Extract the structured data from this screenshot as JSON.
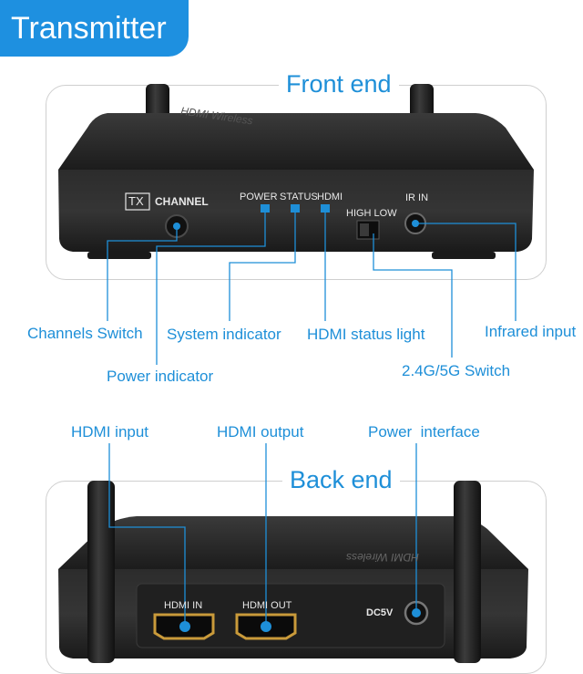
{
  "badge": {
    "title": "Transmitter"
  },
  "front": {
    "section_title": "Front end",
    "device_labels": {
      "tx": "TX",
      "channel": "CHANNEL",
      "power": "POWER",
      "status": "STATUS",
      "hdmi": "HDMI",
      "high_low": "HIGH LOW",
      "ir_in": "IR IN",
      "engraving": "HDMI Wireless"
    },
    "callouts": {
      "channels_switch": "Channels Switch",
      "system_indicator": "System indicator",
      "hdmi_status_light": "HDMI status light",
      "infrared_input": "Infrared input",
      "power_indicator": "Power indicator",
      "band_switch": "2.4G/5G Switch"
    }
  },
  "back": {
    "section_title": "Back end",
    "device_labels": {
      "hdmi_in": "HDMI IN",
      "hdmi_out": "HDMI OUT",
      "dc5v": "DC5V",
      "engraving": "HDMI Wireless"
    },
    "callouts": {
      "hdmi_input": "HDMI input",
      "hdmi_output": "HDMI output",
      "power_interface": "Power  interface"
    }
  },
  "colors": {
    "accent": "#1e8fd8",
    "badge": "#1e90e0",
    "device": "#2a2a2a"
  }
}
